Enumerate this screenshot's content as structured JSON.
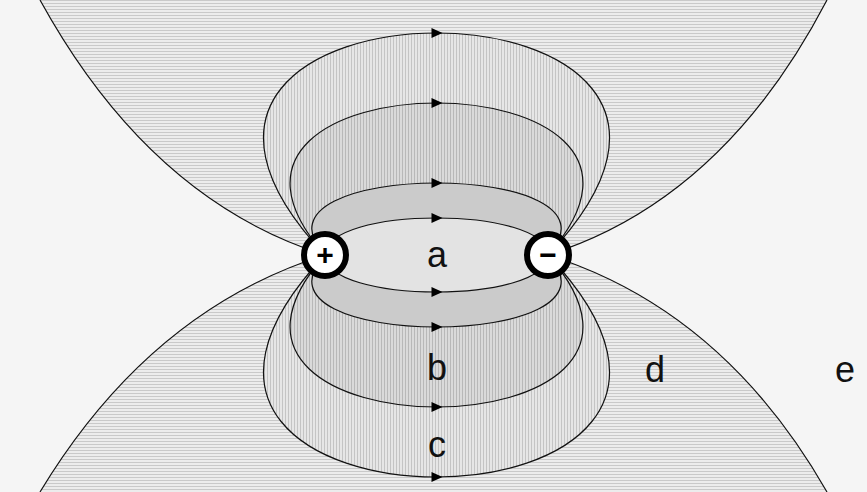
{
  "diagram": {
    "nodes": [
      {
        "text": [
          "+"
        ]
      },
      {
        "text": [
          "−"
        ]
      }
    ],
    "labels": [
      "a",
      "b",
      "c",
      "d",
      "e"
    ]
  }
}
